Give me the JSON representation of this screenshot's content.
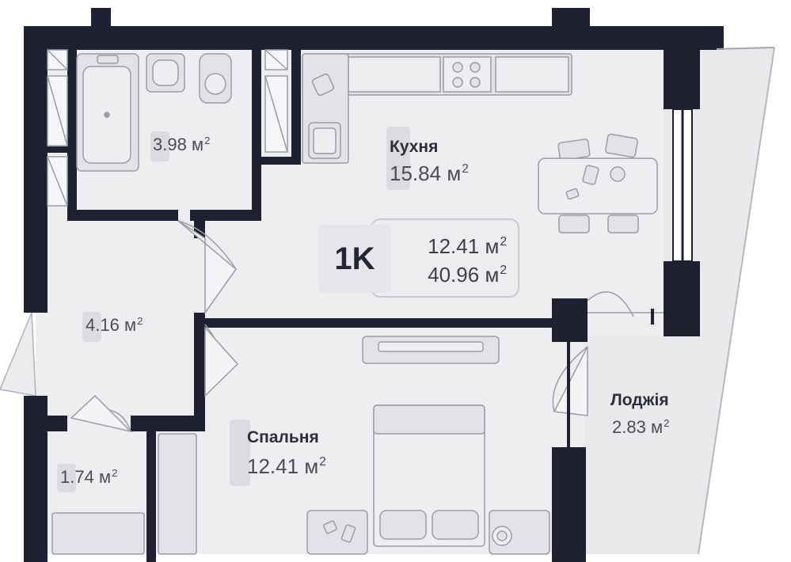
{
  "plan": {
    "type_code": "1K",
    "living_area": "12.41",
    "total_area": "40.96",
    "unit": "м",
    "unit_power": "2"
  },
  "rooms": {
    "bathroom": {
      "area": "3.98"
    },
    "kitchen": {
      "name": "Кухня",
      "area": "15.84"
    },
    "hallway": {
      "area": "4.16"
    },
    "bedroom": {
      "name": "Спальня",
      "area": "12.41"
    },
    "closet": {
      "area": "1.74"
    },
    "loggia": {
      "name": "Лоджія",
      "area": "2.83"
    }
  },
  "colors": {
    "wall": "#1f2133",
    "floor": "#eeeef1",
    "fixture_fill": "#e3e3e7",
    "fixture_stroke": "#9a9ca6",
    "text": "#3a3c4a"
  }
}
